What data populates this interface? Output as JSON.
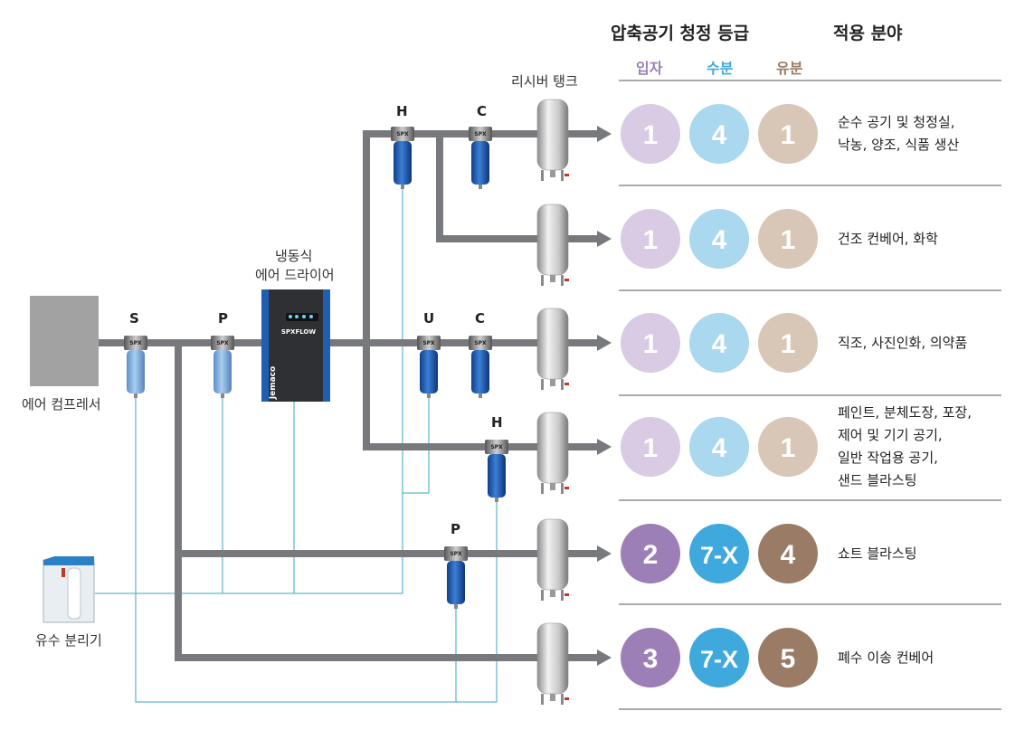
{
  "header": {
    "grades_title": "압축공기 청정 등급",
    "application_title": "적용 분야",
    "col_particle": "입자",
    "col_moisture": "수분",
    "col_oil": "유분",
    "colors": {
      "particle": "#9b7fb6",
      "moisture": "#3fa9de",
      "oil": "#9a7b66"
    }
  },
  "equipment": {
    "compressor": "에어 컴프레서",
    "dryer_line1": "냉동식",
    "dryer_line2": "에어 드라이어",
    "receiver_tank": "리시버 탱크",
    "separator": "유수 분리기",
    "dryer_brand": "SPXFLOW",
    "dryer_badge": "Jemaco",
    "filter_brand": "SPX"
  },
  "filter_letters": {
    "s": "S",
    "p1": "P",
    "h1": "H",
    "c1": "C",
    "u": "U",
    "c2": "C",
    "h2": "H",
    "p2": "P"
  },
  "rows": [
    {
      "particle": "1",
      "moisture": "4",
      "oil": "1",
      "application": [
        "순수 공기 및 청정실,",
        "낙농, 양조, 식품 생산"
      ]
    },
    {
      "particle": "1",
      "moisture": "4",
      "oil": "1",
      "application": [
        "건조 컨베어, 화학"
      ]
    },
    {
      "particle": "1",
      "moisture": "4",
      "oil": "1",
      "application": [
        "직조, 사진인화, 의약품"
      ]
    },
    {
      "particle": "1",
      "moisture": "4",
      "oil": "1",
      "application": [
        "페인트, 분체도장, 포장,",
        "제어 및 기기 공기,",
        "일반 작업용 공기,",
        "샌드 블라스팅"
      ]
    },
    {
      "particle": "2",
      "moisture": "7-X",
      "oil": "4",
      "application": [
        "쇼트 블라스팅"
      ]
    },
    {
      "particle": "3",
      "moisture": "7-X",
      "oil": "5",
      "application": [
        "폐수 이송 컨베어"
      ]
    }
  ]
}
